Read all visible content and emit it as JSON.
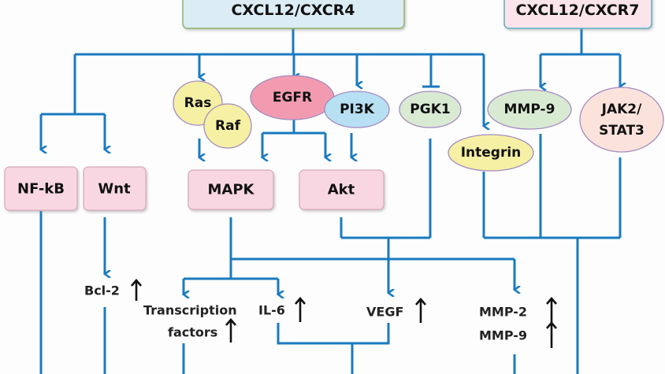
{
  "title": "CXCL12/CXCR4 and CXCL12/CXCR7 signaling pathways",
  "colors": {
    "edge": "#1a7abf",
    "receptor_cxcr4_fill": "#dcecf5",
    "receptor_cxcr4_border": "#8fb36b",
    "receptor_cxcr7_fill": "#fbe5ea",
    "receptor_cxcr7_border": "#5ab0c8",
    "yellow_node": "#f6f0a4",
    "pink_node": "#f29bb0",
    "blue_node": "#b7e0f2",
    "green_node": "#d9ead3",
    "peach_node": "#fbe3dc",
    "box_node": "#f8d7e3"
  },
  "receptors": [
    {
      "id": "cxcr4",
      "label": "CXCL12/CXCR4"
    },
    {
      "id": "cxcr7",
      "label": "CXCL12/CXCR7"
    }
  ],
  "ellipse_nodes": [
    {
      "id": "ras",
      "label": "Ras",
      "color": "yellow_node"
    },
    {
      "id": "raf",
      "label": "Raf",
      "color": "yellow_node"
    },
    {
      "id": "egfr",
      "label": "EGFR",
      "color": "pink_node"
    },
    {
      "id": "pi3k",
      "label": "PI3K",
      "color": "blue_node"
    },
    {
      "id": "pgk1",
      "label": "PGK1",
      "color": "green_node"
    },
    {
      "id": "integrin",
      "label": "Integrin",
      "color": "yellow_node"
    },
    {
      "id": "mmp9_node",
      "label": "MMP-9",
      "color": "green_node"
    },
    {
      "id": "jak2stat3",
      "label": "JAK2/\nSTAT3",
      "color": "peach_node"
    }
  ],
  "box_nodes": [
    {
      "id": "nfkb",
      "label": "NF-kB"
    },
    {
      "id": "wnt",
      "label": "Wnt"
    },
    {
      "id": "mapk",
      "label": "MAPK"
    },
    {
      "id": "akt",
      "label": "Akt"
    }
  ],
  "outputs": [
    {
      "id": "bcl2",
      "label": "Bcl-2",
      "trend": "up"
    },
    {
      "id": "tf",
      "label": "Transcription\nfactors",
      "trend": "up"
    },
    {
      "id": "il6",
      "label": "IL-6",
      "trend": "up"
    },
    {
      "id": "vegf",
      "label": "VEGF",
      "trend": "up"
    },
    {
      "id": "mmp2",
      "label": "MMP-2",
      "trend": "up"
    },
    {
      "id": "mmp9",
      "label": "MMP-9",
      "trend": "up"
    }
  ],
  "edges": [
    {
      "from": "cxcr4",
      "to": "nfkb",
      "type": "activation"
    },
    {
      "from": "cxcr4",
      "to": "wnt",
      "type": "activation"
    },
    {
      "from": "cxcr4",
      "to": "ras",
      "type": "activation"
    },
    {
      "from": "cxcr4",
      "to": "egfr",
      "type": "activation"
    },
    {
      "from": "cxcr4",
      "to": "pi3k",
      "type": "activation"
    },
    {
      "from": "cxcr4",
      "to": "pgk1",
      "type": "inhibition"
    },
    {
      "from": "cxcr4",
      "to": "integrin",
      "type": "activation"
    },
    {
      "from": "raf",
      "to": "mapk",
      "type": "activation"
    },
    {
      "from": "egfr",
      "to": "mapk",
      "type": "activation"
    },
    {
      "from": "egfr",
      "to": "akt",
      "type": "activation"
    },
    {
      "from": "pi3k",
      "to": "akt",
      "type": "activation"
    },
    {
      "from": "cxcr7",
      "to": "mmp9_node",
      "type": "activation"
    },
    {
      "from": "cxcr7",
      "to": "jak2stat3",
      "type": "activation"
    },
    {
      "from": "wnt",
      "to": "bcl2",
      "type": "activation"
    },
    {
      "from": "mapk",
      "to": "tf",
      "type": "activation"
    },
    {
      "from": "mapk",
      "to": "il6",
      "type": "activation"
    },
    {
      "from": "akt",
      "to": "vegf",
      "type": "activation"
    },
    {
      "from": "pgk1",
      "to": "vegf",
      "type": "activation"
    },
    {
      "from": "mapk",
      "to": "mmp2",
      "type": "activation"
    }
  ]
}
